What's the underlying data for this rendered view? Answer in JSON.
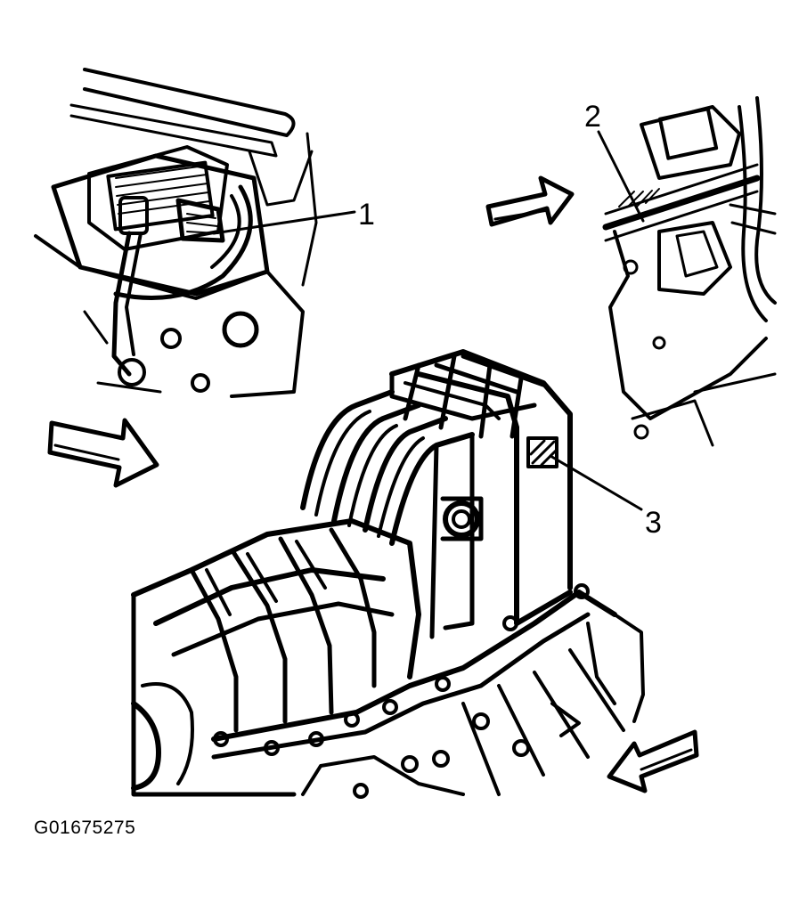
{
  "callouts": [
    {
      "id": "callout-1",
      "label": "1"
    },
    {
      "id": "callout-2",
      "label": "2"
    },
    {
      "id": "callout-3",
      "label": "3"
    }
  ],
  "figure_id": "G01675275",
  "colors": {
    "ink": "#000000",
    "background": "#ffffff"
  },
  "arrows": [
    {
      "name": "arrow-top-center",
      "direction": "right"
    },
    {
      "name": "arrow-left",
      "direction": "right"
    },
    {
      "name": "arrow-bottom-right",
      "direction": "down-left"
    }
  ]
}
